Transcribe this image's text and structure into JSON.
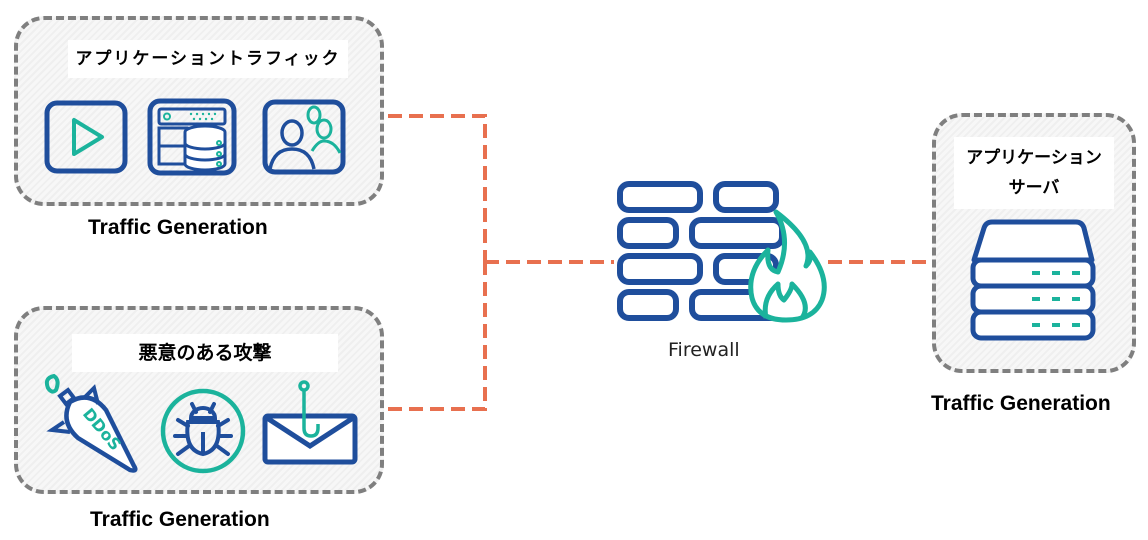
{
  "diagram": {
    "groups": {
      "app_traffic": {
        "label": "アプリケーショントラフィック",
        "caption": "Traffic Generation",
        "icons": [
          "video-play-icon",
          "database-server-icon",
          "video-conference-icon"
        ]
      },
      "malicious_attacks": {
        "label": "悪意のある攻撃",
        "caption": "Traffic Generation",
        "icons": [
          "ddos-missile-icon",
          "malware-bug-icon",
          "phishing-email-icon"
        ],
        "ddos_text": "DDoS"
      },
      "app_server": {
        "label_line1": "アプリケーション",
        "label_line2": "サーバ",
        "caption": "Traffic Generation",
        "icons": [
          "server-stack-icon"
        ]
      }
    },
    "firewall": {
      "label": "Firewall",
      "icon": "firewall-icon"
    },
    "connections": [
      {
        "from": "app_traffic",
        "to": "firewall"
      },
      {
        "from": "malicious_attacks",
        "to": "firewall"
      },
      {
        "from": "firewall",
        "to": "app_server"
      }
    ],
    "colors": {
      "primary_blue": "#1f4e9c",
      "accent_teal": "#1bb39c",
      "connector_orange": "#e8704f",
      "group_border": "#7f7f7f"
    }
  }
}
